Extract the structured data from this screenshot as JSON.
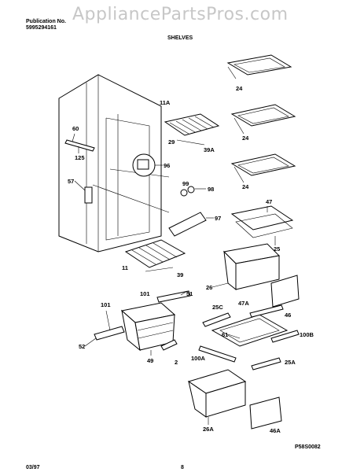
{
  "header": {
    "pub_label": "Publication No.",
    "pub_number": "5995294161",
    "watermark": "AppliancePartsPros.com",
    "section_title": "SHELVES"
  },
  "footer": {
    "date": "03/97",
    "page": "8",
    "diagram_id": "P58S0082"
  },
  "labels": {
    "l24a": "24",
    "l24b": "24",
    "l24c": "24",
    "l11A": "11A",
    "l29": "29",
    "l39A": "39A",
    "l60": "60",
    "l125": "125",
    "l96": "96",
    "l99": "99",
    "l98": "98",
    "l57": "57",
    "l97": "97",
    "l47": "47",
    "l25": "25",
    "l11": "11",
    "l39": "39",
    "l26": "26",
    "l101a": "101",
    "l51": "51",
    "l101b": "101",
    "l46": "46",
    "l25C": "25C",
    "l47A": "47A",
    "l61": "61",
    "l100B": "100B",
    "l52": "52",
    "l49": "49",
    "l2": "2",
    "l100A": "100A",
    "l25A": "25A",
    "l26A": "26A",
    "l46A": "46A"
  }
}
